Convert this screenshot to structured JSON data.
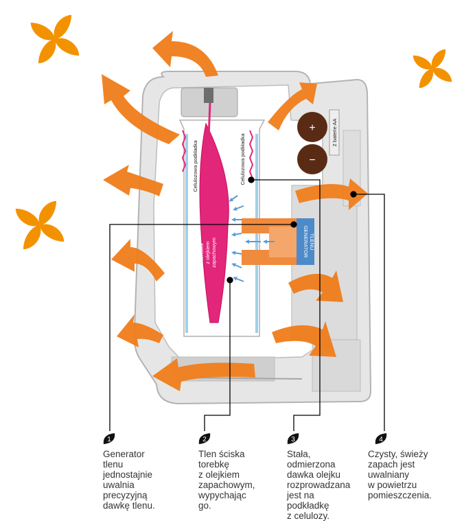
{
  "labels": {
    "pad_left": "Celulozowa podkładka",
    "pad_right": "Celulozowa podkładka",
    "battery": "2 baterie AA",
    "plus": "+",
    "minus": "−",
    "generator_line1": "GENERATOR",
    "generator_line2": "TLENU",
    "bag_line1": "Torebka",
    "bag_line2": "z olejkiem",
    "bag_line3": "zapachowym"
  },
  "steps": [
    {
      "number": "1",
      "text": "Generator\ntlenu\njednostajnie\nuwalnia\nprecyzyjną\ndawkę tlenu."
    },
    {
      "number": "2",
      "text": "Tlen ściska\ntorebkę\nz olejkiem\nzapachowym,\nwypychając\ngo."
    },
    {
      "number": "3",
      "text": "Stała,\nodmierzona\ndawka olejku\nrozprowadzana\njest na\npodkładkę\nz celulozy."
    },
    {
      "number": "4",
      "text": "Czysty, świeży\nzapach jest\nuwalniany\nw powietrzu\npomieszczenia."
    }
  ],
  "colors": {
    "orange": "#f39200",
    "arrow": "#f07d1a",
    "bag": "#e2267a",
    "device_fill": "#e6e6e6",
    "device_stroke": "#b3b3b3",
    "battery": "#5a2b14",
    "generator_blue": "#4d8ac9",
    "flow_blue": "#5b9bd5"
  },
  "icons": [
    "flower-icon",
    "flower-icon",
    "flower-icon",
    "leaf-badge-icon"
  ]
}
